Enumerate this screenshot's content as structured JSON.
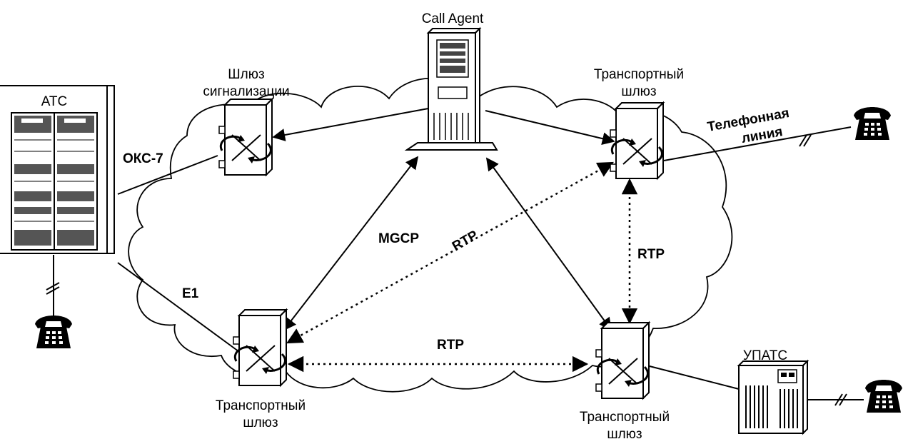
{
  "nodes": {
    "call_agent": "Call Agent",
    "signaling_gateway": [
      "Шлюз",
      "сигнализации"
    ],
    "gateway_top_right": [
      "Транспортный",
      "шлюз"
    ],
    "gateway_bottom_left": [
      "Транспортный",
      "шлюз"
    ],
    "gateway_bottom_right": [
      "Транспортный",
      "шлюз"
    ],
    "ats": "АТС",
    "upats": "УПАТС"
  },
  "links": {
    "oks7": "ОКС-7",
    "e1": "E1",
    "mgcp": "MGCP",
    "rtp_diagonal": "RTP",
    "rtp_vertical": "RTP",
    "rtp_horizontal": "RTP",
    "phone_line": [
      "Телефонная",
      "линия"
    ]
  },
  "icons": [
    "cloud",
    "server",
    "pbx-cabinet",
    "gateway",
    "telephone",
    "line-break-mark"
  ]
}
